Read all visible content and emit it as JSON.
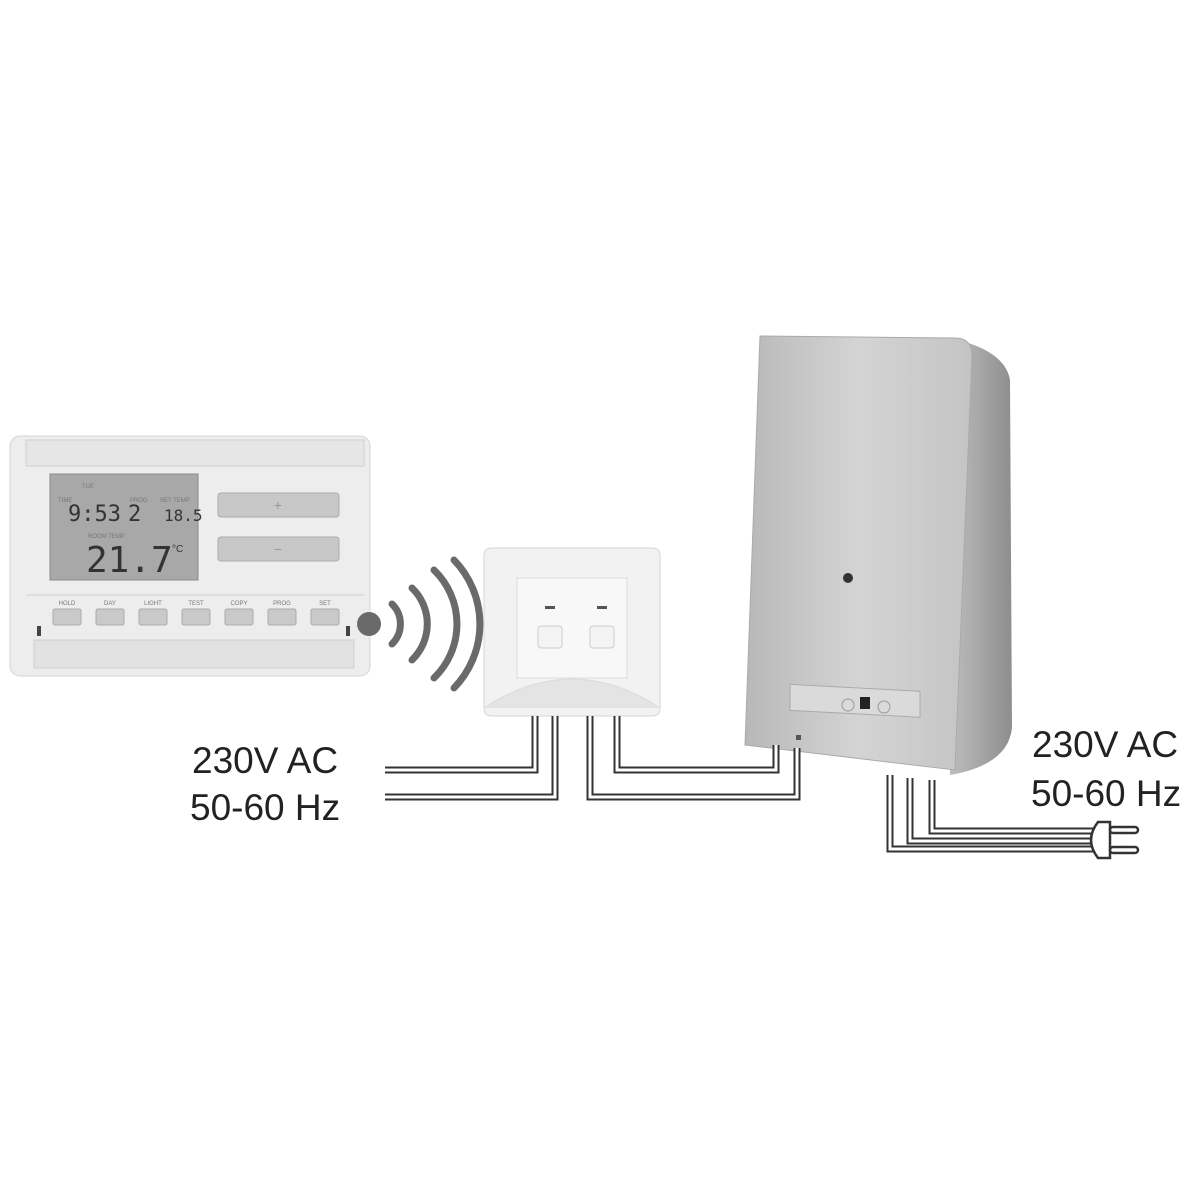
{
  "thermostat": {
    "lcd": {
      "top_label": "TUE",
      "time": "9:53",
      "program": "2",
      "set_temp": "18.5",
      "room_temp": "21.7",
      "unit": "°C",
      "time_label": "TIME",
      "program_label": "PROG",
      "set_label": "SET TEMP",
      "room_label": "ROOM TEMP"
    },
    "plus_label": "+",
    "minus_label": "−",
    "buttons": [
      "HOLD",
      "DAY",
      "LIGHT",
      "TEST",
      "COPY",
      "PROG",
      "SET"
    ]
  },
  "left_supply": {
    "line1": "230V AC",
    "line2": "50-60 Hz"
  },
  "right_supply": {
    "line1": "230V AC",
    "line2": "50-60 Hz"
  },
  "colors": {
    "wire": "#333333",
    "device": "#e8e8e8",
    "boiler": "#c9c9c9",
    "lcd": "#a9a9a9"
  }
}
